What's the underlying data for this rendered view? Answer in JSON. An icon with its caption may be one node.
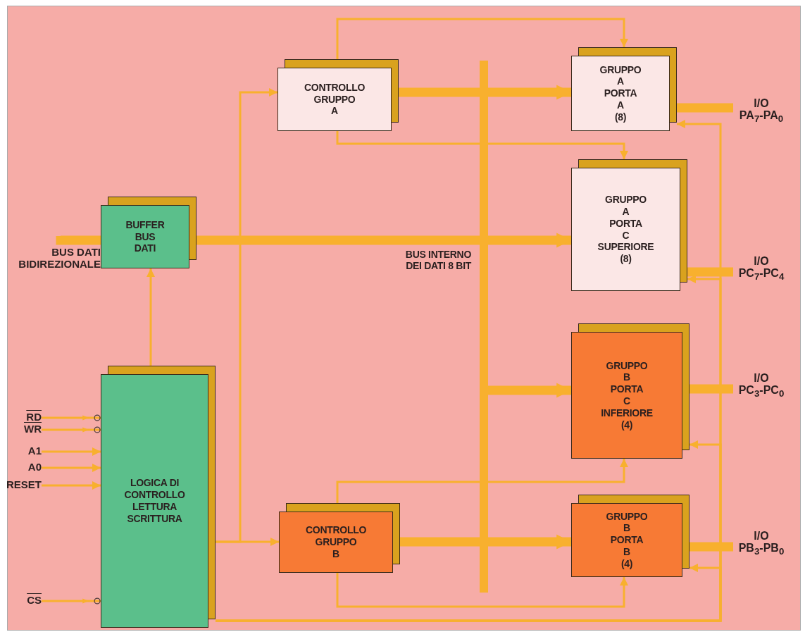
{
  "diagram": {
    "nodes": [
      {
        "text": [
          "BUFFER BUS DATI"
        ]
      },
      {
        "text": [
          "LOGICA DI CONTROLLO LETTURA SCRITTURA"
        ]
      },
      {
        "text": [
          "CONTROLLO GRUPPO A"
        ]
      },
      {
        "text": [
          "GRUPPO A PORTA A (8)"
        ]
      },
      {
        "text": [
          "GRUPPO A PORTA C SUPERIORE (8)"
        ]
      },
      {
        "text": [
          "GRUPPO B PORTA C INFERIORE (4)"
        ]
      },
      {
        "text": [
          "CONTROLLO GRUPPO B"
        ]
      },
      {
        "text": [
          "GRUPPO B PORTA B (4)"
        ]
      },
      {
        "text": [],
        "shape": "bar",
        "beside": [
          "BUS INTERNO DEI DATI 8 BIT"
        ]
      },
      {
        "text": [
          "RD"
        ]
      },
      {
        "text": [
          "WR"
        ]
      },
      {
        "text": [
          "A1"
        ]
      },
      {
        "text": [
          "A0"
        ]
      },
      {
        "text": [
          "RESET"
        ]
      },
      {
        "text": [
          "CS"
        ]
      },
      {
        "text": [
          "BUS DATI BIDIREZIONALE"
        ]
      },
      {
        "text": [
          "I/O PA$_{7}$-PA$_{0}$"
        ]
      },
      {
        "text": [
          "I/O PC$_{7}$-PC$_{4}$"
        ]
      },
      {
        "text": [
          "I/O PC$_{3}$-PC$_{0}$"
        ]
      },
      {
        "text": [
          "I/O PB$_{3}$-PB$_{0}$"
        ]
      }
    ],
    "edges": [
      {
        "from": 15,
        "to": 0,
        "arrow": "none",
        "style": "thick"
      },
      {
        "from": 0,
        "to": 8,
        "arrow": "none",
        "style": "thick"
      },
      {
        "from": 1,
        "to": 0,
        "arrow": "to"
      },
      {
        "from": 1,
        "to": 2,
        "arrow": "to"
      },
      {
        "from": 1,
        "to": 6,
        "arrow": "to"
      },
      {
        "from": 2,
        "to": 8,
        "arrow": "none",
        "style": "thick"
      },
      {
        "from": 8,
        "to": 3,
        "arrow": "to",
        "style": "thick"
      },
      {
        "from": 8,
        "to": 4,
        "arrow": "to",
        "style": "thick"
      },
      {
        "from": 8,
        "to": 5,
        "arrow": "to",
        "style": "thick"
      },
      {
        "from": 6,
        "to": 8,
        "arrow": "none",
        "style": "thick"
      },
      {
        "from": 8,
        "to": 7,
        "arrow": "to",
        "style": "thick"
      },
      {
        "from": 2,
        "to": 3,
        "arrow": "to"
      },
      {
        "from": 2,
        "to": 4,
        "arrow": "to"
      },
      {
        "from": 6,
        "to": 5,
        "arrow": "to"
      },
      {
        "from": 6,
        "to": 7,
        "arrow": "to"
      },
      {
        "from": 1,
        "to": 3,
        "arrow": "to"
      },
      {
        "from": 1,
        "to": 4,
        "arrow": "to"
      },
      {
        "from": 1,
        "to": 5,
        "arrow": "to"
      },
      {
        "from": 1,
        "to": 7,
        "arrow": "to"
      },
      {
        "from": 3,
        "to": 16,
        "arrow": "none",
        "style": "thick"
      },
      {
        "from": 4,
        "to": 17,
        "arrow": "none",
        "style": "thick"
      },
      {
        "from": 5,
        "to": 18,
        "arrow": "none",
        "style": "thick"
      },
      {
        "from": 7,
        "to": 19,
        "arrow": "none",
        "style": "thick"
      },
      {
        "from": 9,
        "to": 1,
        "arrow": "to"
      },
      {
        "from": 10,
        "to": 1,
        "arrow": "to"
      },
      {
        "from": 11,
        "to": 1,
        "arrow": "to"
      },
      {
        "from": 12,
        "to": 1,
        "arrow": "to"
      },
      {
        "from": 13,
        "to": 1,
        "arrow": "to"
      },
      {
        "from": 14,
        "to": 1,
        "arrow": "to"
      }
    ]
  }
}
